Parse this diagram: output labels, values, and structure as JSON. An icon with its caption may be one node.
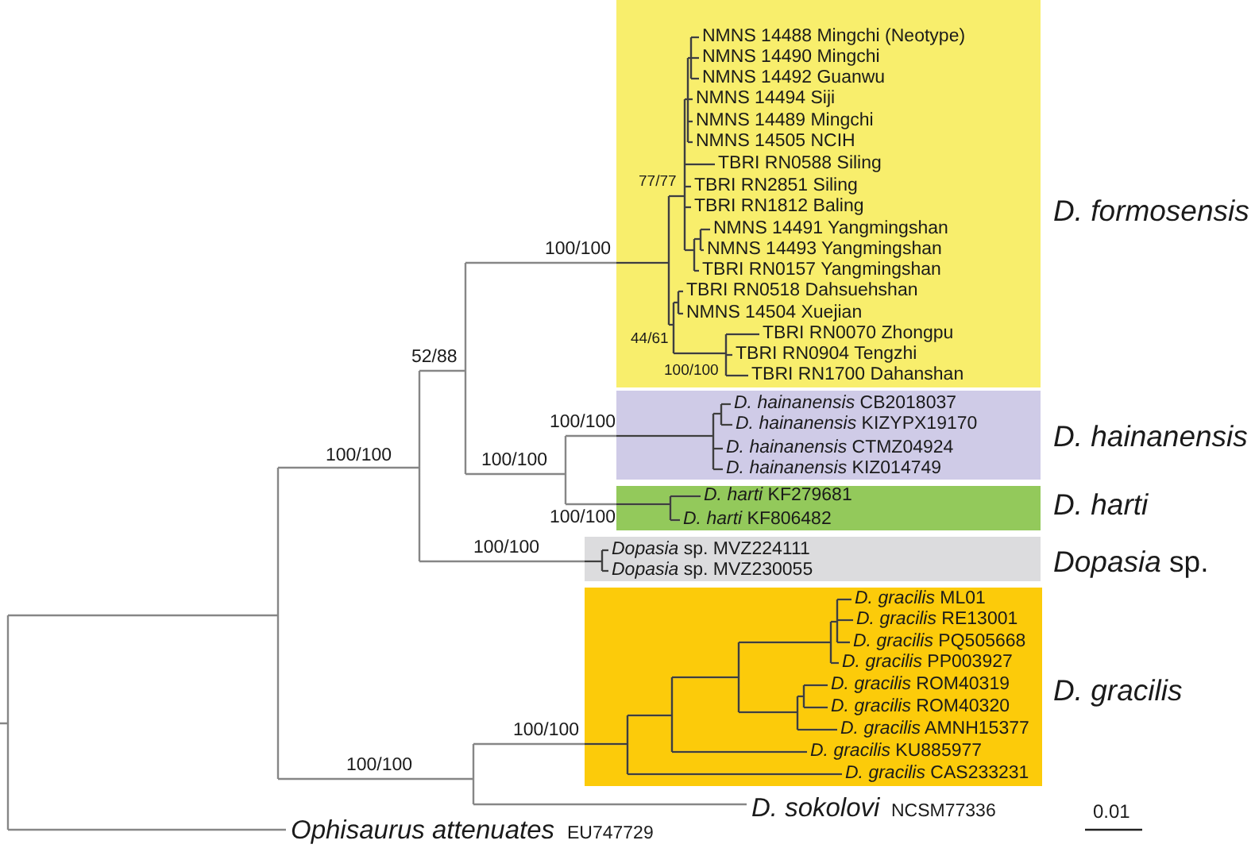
{
  "diagram": {
    "nodes": [
      {
        "text": [
          "NMNS 14488 Mingchi (Neotype)",
          "NMNS 14490 Mingchi",
          "NMNS 14492 Guanwu",
          "NMNS 14494 Siji",
          "NMNS 14489 Mingchi",
          "NMNS 14505 NCIH",
          "TBRI RN0588 Siling",
          "TBRI RN2851 Siling",
          "TBRI RN1812 Baling",
          "NMNS 14491 Yangmingshan",
          "NMNS 14493 Yangmingshan",
          "TBRI RN0157 Yangmingshan",
          "TBRI RN0518 Dahsuehshan",
          "NMNS 14504 Xuejian",
          "TBRI RN0070 Zhongpu",
          "TBRI RN0904 Tengzhi",
          "TBRI RN1700 Dahanshan"
        ],
        "beside": [
          "D. formosensis"
        ]
      },
      {
        "text": [
          "*D. hainanensis* CB2018037",
          "*D. hainanensis* KIZYPX19170",
          "*D. hainanensis* CTMZ04924",
          "*D. hainanensis* KIZ014749"
        ],
        "beside": [
          "D. hainanensis"
        ]
      },
      {
        "text": [
          "*D. harti* KF279681",
          "*D. harti* KF806482"
        ],
        "beside": [
          "D. harti"
        ]
      },
      {
        "text": [
          "*Dopasia* sp. MVZ224111",
          "*Dopasia* sp. MVZ230055"
        ],
        "beside": [
          "*Dopasia* sp."
        ]
      },
      {
        "text": [
          "*D. gracilis* ML01",
          "*D. gracilis* RE13001",
          "*D. gracilis* PQ505668",
          "*D. gracilis* PP003927",
          "*D. gracilis* ROM40319",
          "*D. gracilis* ROM40320",
          "*D. gracilis* AMNH15377",
          "*D. gracilis* KU885977",
          "*D. gracilis* CAS233231"
        ],
        "beside": [
          "D. gracilis"
        ]
      }
    ],
    "labels": [
      "77/77",
      "100/100",
      "44/61",
      "52/88",
      "100/100",
      "100/100",
      "100/100",
      "100/100",
      "100/100",
      "100/100",
      "100/100",
      "100/100",
      "D. sokolovi",
      "NCSM77336",
      "0.01",
      "Ophisaurus attenuates",
      "EU747729"
    ]
  }
}
